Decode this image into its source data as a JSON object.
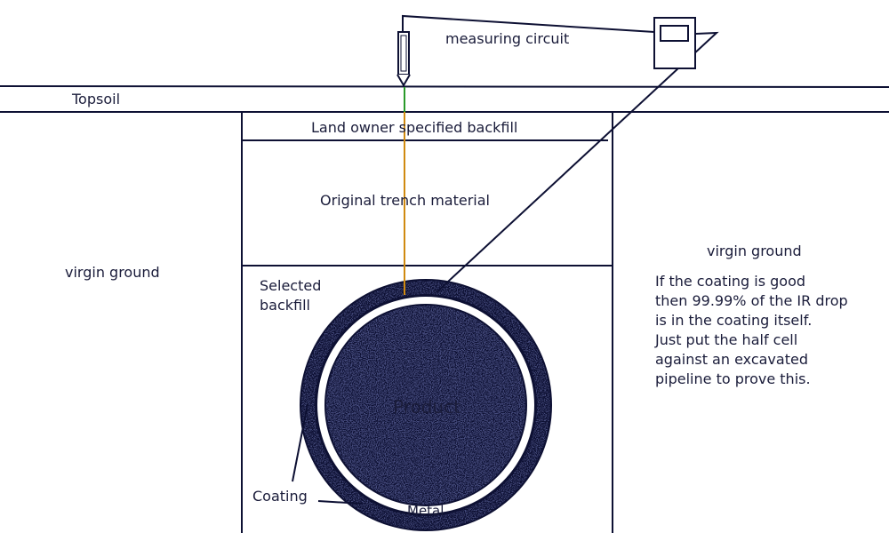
{
  "labels": {
    "measuring_circuit": "measuring circuit",
    "topsoil": "Topsoil",
    "land_owner_backfill": "Land owner specified backfill",
    "original_trench": "Original trench material",
    "virgin_ground_left": "virgin ground",
    "virgin_ground_right": "virgin ground",
    "selected_backfill_1": "Selected",
    "selected_backfill_2": "backfill",
    "product": "Product",
    "coating": "Coating",
    "metal": "Metal"
  },
  "note": {
    "lines": [
      "If the coating is good",
      "then 99.99% of the IR drop",
      "is in the coating itself.",
      "Just put the half cell",
      "against an excavated",
      "pipeline to prove this."
    ]
  },
  "colors": {
    "line": "#0d1033",
    "probe_upper": "#2a9a2a",
    "probe_lower": "#d08a10"
  }
}
